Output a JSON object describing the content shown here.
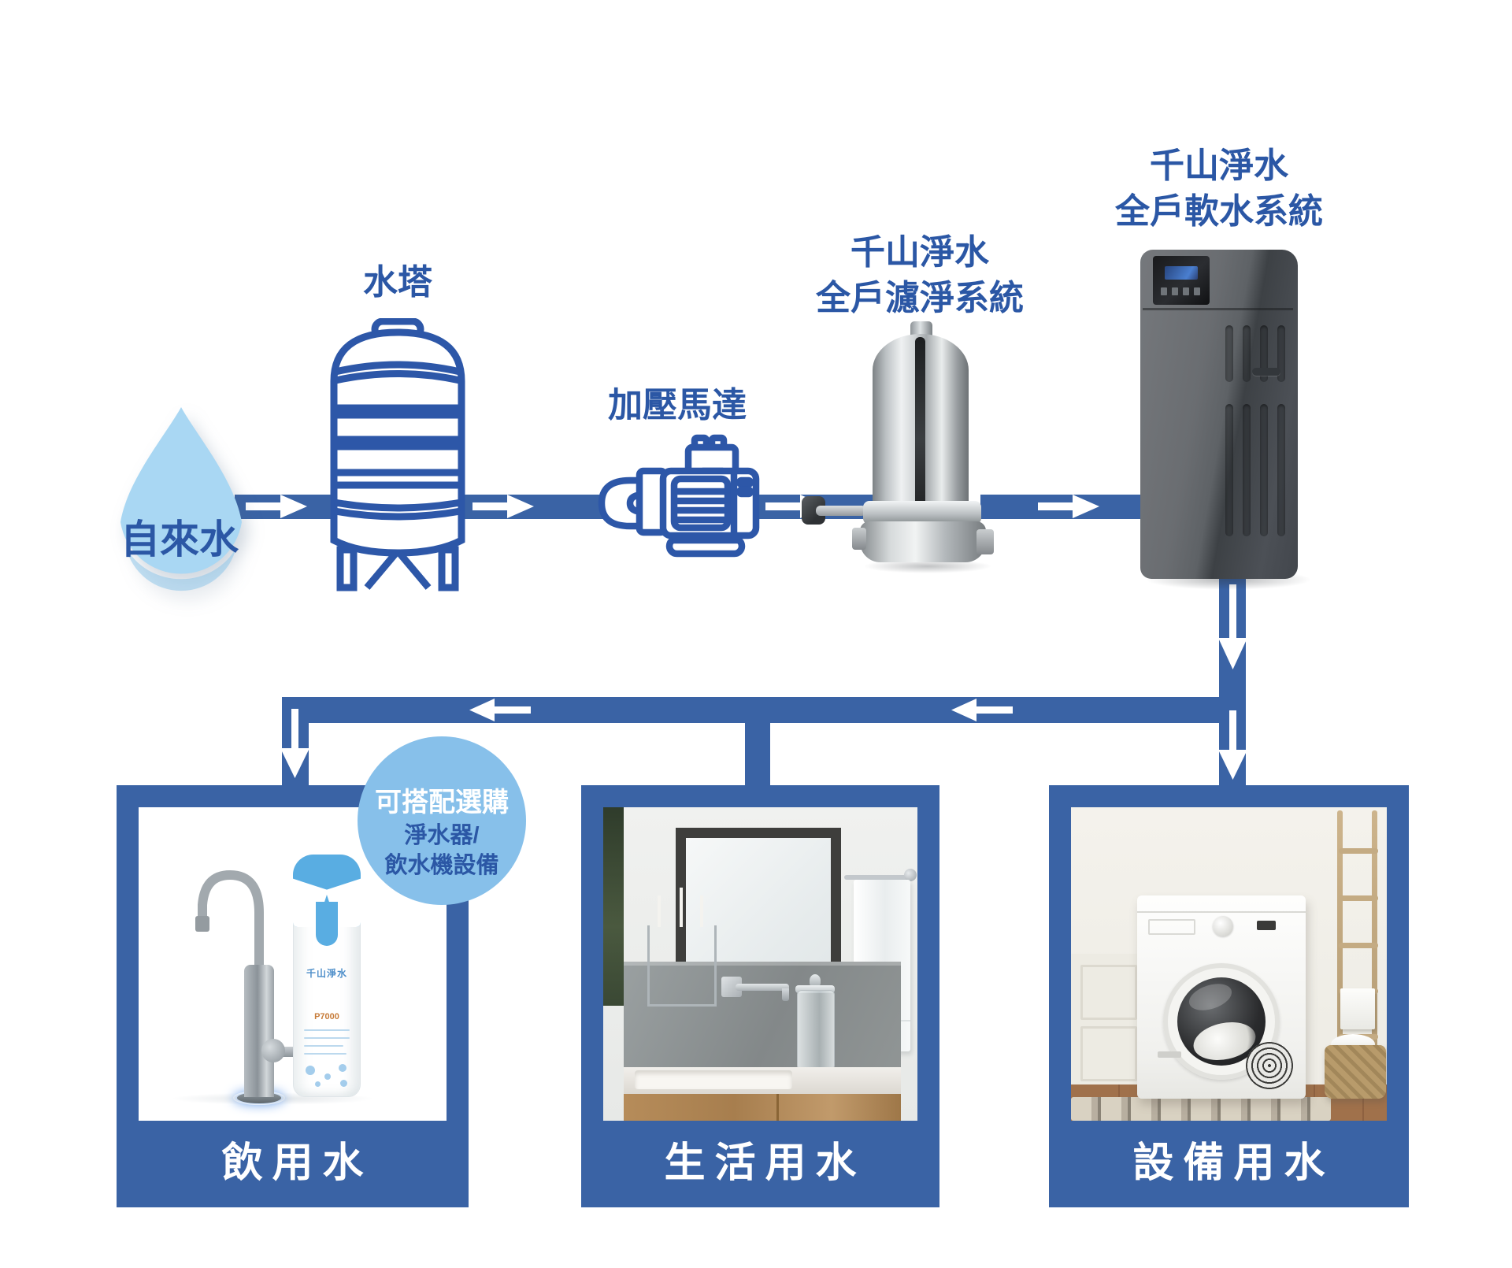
{
  "source": {
    "label": "自來水"
  },
  "tank": {
    "label": "水塔"
  },
  "pump": {
    "label": "加壓馬達"
  },
  "filter": {
    "label_line1": "千山淨水",
    "label_line2": "全戶濾淨系統"
  },
  "softener": {
    "label_line1": "千山淨水",
    "label_line2": "全戶軟水系統"
  },
  "badge": {
    "line1": "可搭配選購",
    "line2": "淨水器/",
    "line3": "飲水機設備"
  },
  "cards": [
    {
      "id": "drinking-water",
      "label": "飲用水"
    },
    {
      "id": "household-water",
      "label": "生活用水"
    },
    {
      "id": "equipment-water",
      "label": "設備用水"
    }
  ],
  "cartridge": {
    "brand": "千山淨水",
    "model": "P7000"
  },
  "colors": {
    "pipe_blue": "#3a63a5",
    "outline_blue": "#2d57a8",
    "label_blue": "#2b57a5",
    "drop_fill": "#a9d7f3",
    "badge_fill": "#87c0ea",
    "card_blue": "#3a63a5",
    "white": "#ffffff"
  }
}
